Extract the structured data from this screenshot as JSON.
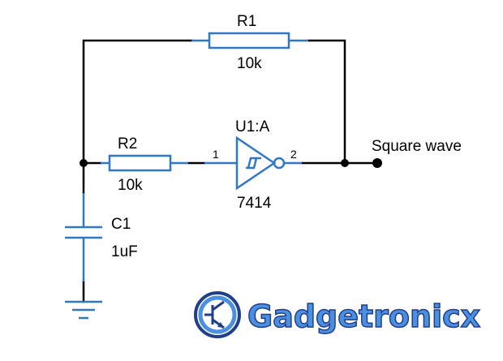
{
  "schematic": {
    "r1": {
      "ref": "R1",
      "value": "10k"
    },
    "r2": {
      "ref": "R2",
      "value": "10k"
    },
    "c1": {
      "ref": "C1",
      "value": "1uF"
    },
    "u1": {
      "ref": "U1:A",
      "part": "7414",
      "pin_in": "1",
      "pin_out": "2"
    },
    "output_label": "Square wave"
  },
  "logo": {
    "text": "Gadgetronicx",
    "text_color": "#4a8fe0",
    "outline_color": "#1f3f8a"
  },
  "colors": {
    "wire": "#000000",
    "component": "#2f78c8"
  }
}
